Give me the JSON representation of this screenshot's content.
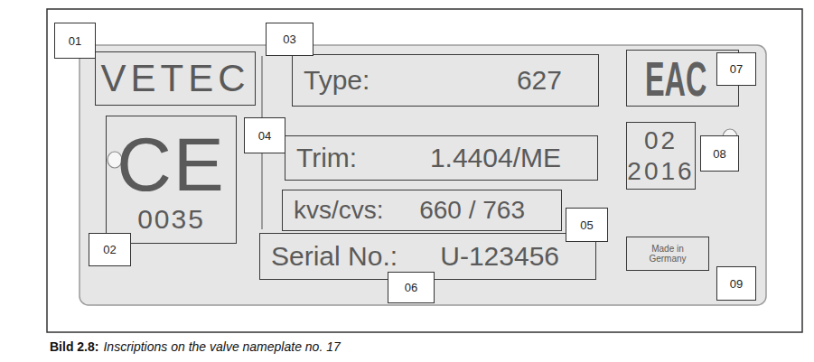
{
  "diagram": {
    "caption": "Inscriptions on the valve nameplate no. 17",
    "nodes": [
      {
        "text": [
          "VETEC"
        ]
      },
      {
        "text": [
          "CE",
          "0035"
        ]
      },
      {
        "text": [
          "Type:",
          "627"
        ]
      },
      {
        "text": [
          "Trim:",
          "1.4404/ME"
        ]
      },
      {
        "text": [
          "kvs/cvs:",
          "660 / 763"
        ]
      },
      {
        "text": [
          "Serial No.:",
          "U-123456"
        ]
      },
      {
        "text": [
          "EAC"
        ]
      },
      {
        "text": [
          "02",
          "2016"
        ]
      },
      {
        "text": [
          "Made in Germany"
        ]
      }
    ],
    "labels": [
      "01",
      "02",
      "03",
      "04",
      "05",
      "06",
      "07",
      "08",
      "09",
      "Bild 2.8:"
    ]
  }
}
